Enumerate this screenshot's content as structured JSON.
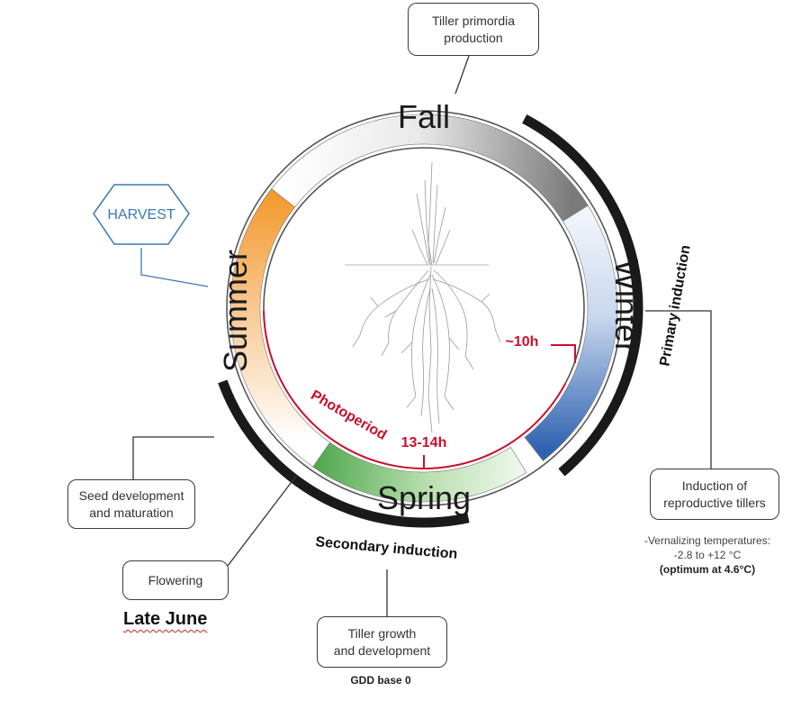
{
  "seasons": {
    "fall": "Fall",
    "winter": "Winter",
    "spring": "Spring",
    "summer": "Summer"
  },
  "harvest": "HARVEST",
  "boxes": {
    "tiller_primordia": [
      "Tiller primordia",
      "production"
    ],
    "induction_reproductive": [
      "Induction of",
      "reproductive tillers"
    ],
    "seed_development": [
      "Seed development",
      "and maturation"
    ],
    "flowering": "Flowering",
    "tiller_growth": [
      "Tiller growth",
      "and development"
    ]
  },
  "arc_labels": {
    "primary": "Primary induction",
    "secondary": "Secondary induction"
  },
  "photoperiod": {
    "label": "Photoperiod",
    "long_day": "13-14h",
    "short_day": "~10h"
  },
  "vernalization": {
    "line1": "-Vernalizing temperatures:",
    "line2": "-2.8 to +12 °C",
    "line3": "(optimum at 4.6°C)"
  },
  "gdd": "GDD base 0",
  "late_june": "Late June",
  "colors": {
    "fall": "#8c8c8c",
    "winter": "#3f72b9",
    "spring": "#3a9a34",
    "summer": "#ef9a26",
    "photoperiod": "#c8102e",
    "harvest": "#3b78b7",
    "induction_arc": "#1a1a1a"
  }
}
